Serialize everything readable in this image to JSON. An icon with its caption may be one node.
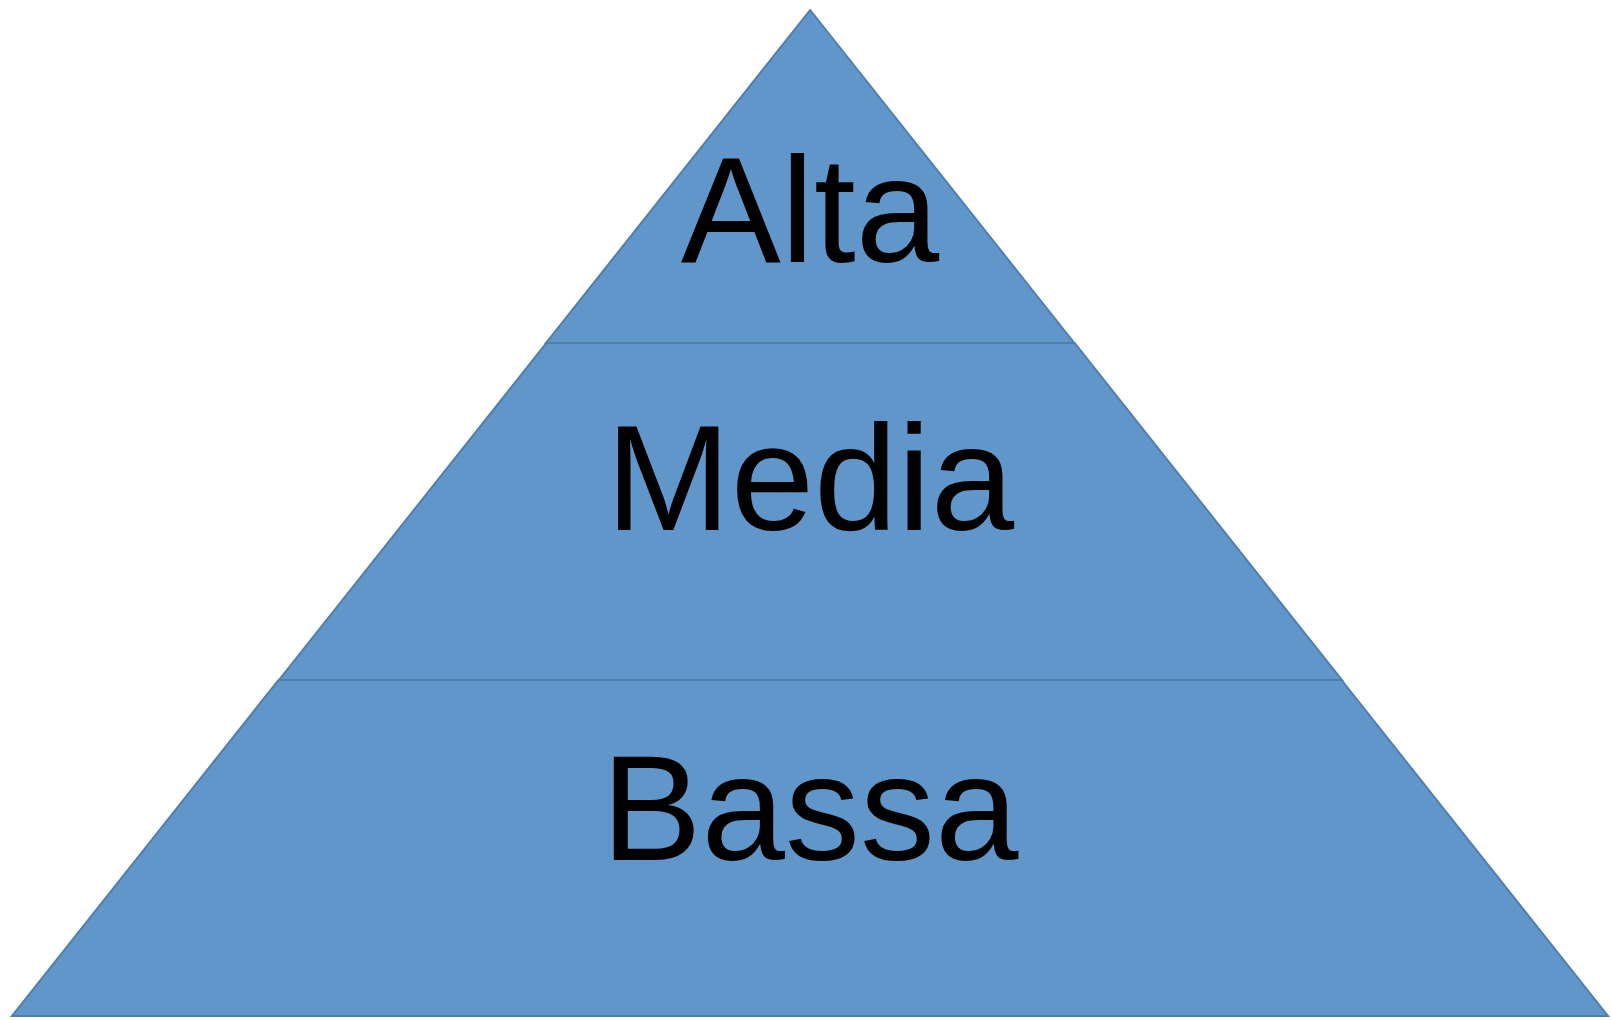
{
  "diagram": {
    "nodes": [
      {
        "text": [
          "Alta"
        ]
      },
      {
        "text": [
          "Media"
        ]
      },
      {
        "text": [
          "Bassa"
        ]
      }
    ]
  }
}
